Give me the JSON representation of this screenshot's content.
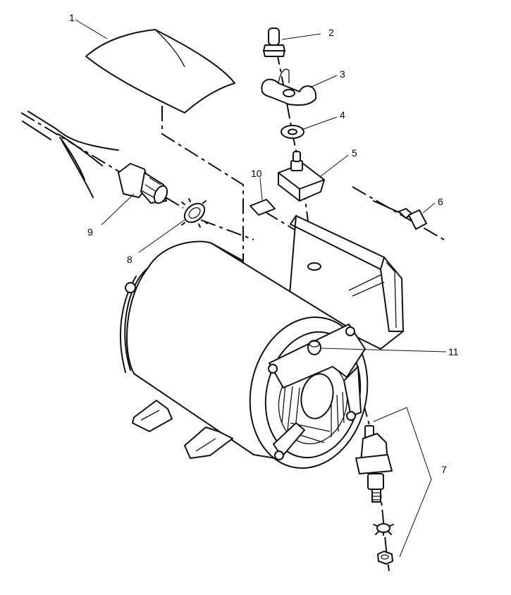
{
  "diagram": {
    "parts": [
      {
        "id": "cover",
        "number": "1"
      },
      {
        "id": "toggle-boot",
        "number": "2"
      },
      {
        "id": "switch-plate",
        "number": "3"
      },
      {
        "id": "washer",
        "number": "4"
      },
      {
        "id": "toggle-switch",
        "number": "5"
      },
      {
        "id": "wire-connector",
        "number": "6"
      },
      {
        "id": "thermal-switch-assembly",
        "number": "7"
      },
      {
        "id": "locknut",
        "number": "8"
      },
      {
        "id": "cable-connector",
        "number": "9"
      },
      {
        "id": "label",
        "number": "10"
      },
      {
        "id": "reset-button",
        "number": "11"
      }
    ]
  }
}
